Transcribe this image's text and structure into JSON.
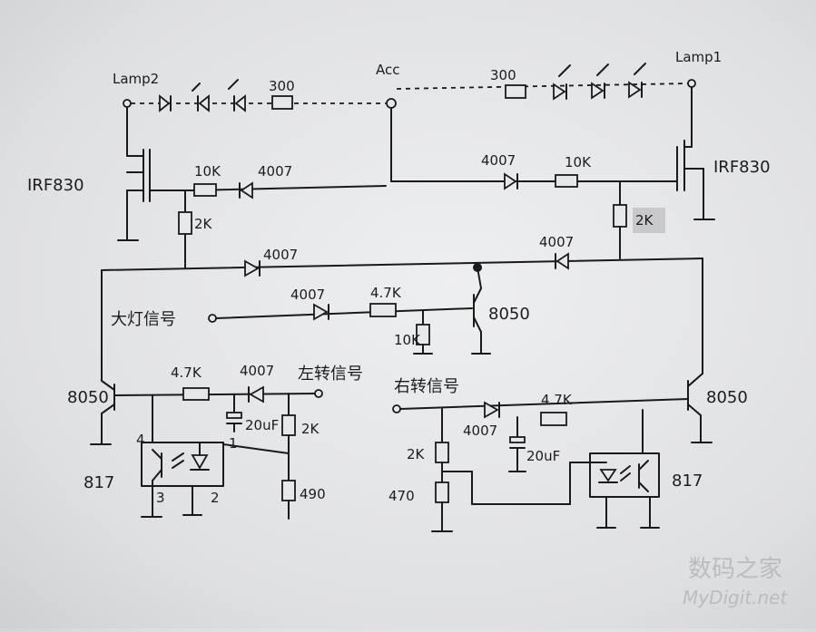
{
  "labels": {
    "lamp2": "Lamp2",
    "lamp1": "Lamp1",
    "acc": "Acc",
    "irf_left": "IRF830",
    "irf_right": "IRF830",
    "r300_left": "300",
    "r300_right": "300",
    "r10k_top_left": "10K",
    "d4007_top_left": "4007",
    "d4007_top_right": "4007",
    "r10k_top_right": "10K",
    "r2k_left": "2K",
    "r2k_right": "2K",
    "d4007_mid_left": "4007",
    "d4007_mid_right": "4007",
    "headlight_signal": "大灯信号",
    "d4007_headlight": "4007",
    "r47k_headlight": "4.7K",
    "r10k_headlight": "10K",
    "q8050_top": "8050",
    "q8050_left": "8050",
    "q8050_right": "8050",
    "r47k_left": "4.7K",
    "d4007_left": "4007",
    "left_turn_signal": "左转信号",
    "right_turn_signal": "右转信号",
    "c20uf_left": "20uF",
    "r2k_left_bottom": "2K",
    "r490": "490",
    "opto_left": "817",
    "pin4": "4",
    "pin1": "1",
    "pin3": "3",
    "pin2": "2",
    "d4007_right_bottom": "4007",
    "r47k_right": "4.7K",
    "c20uf_right": "20uF",
    "r2k_right_bottom": "2K",
    "r470": "470",
    "opto_right": "817"
  },
  "watermark": {
    "cn": "数码之家",
    "en": "MyDigit.net"
  },
  "colors": {
    "paper": "#e3e4e6",
    "ink": "#1a1a1a",
    "watermark": "#b9bcc0"
  }
}
